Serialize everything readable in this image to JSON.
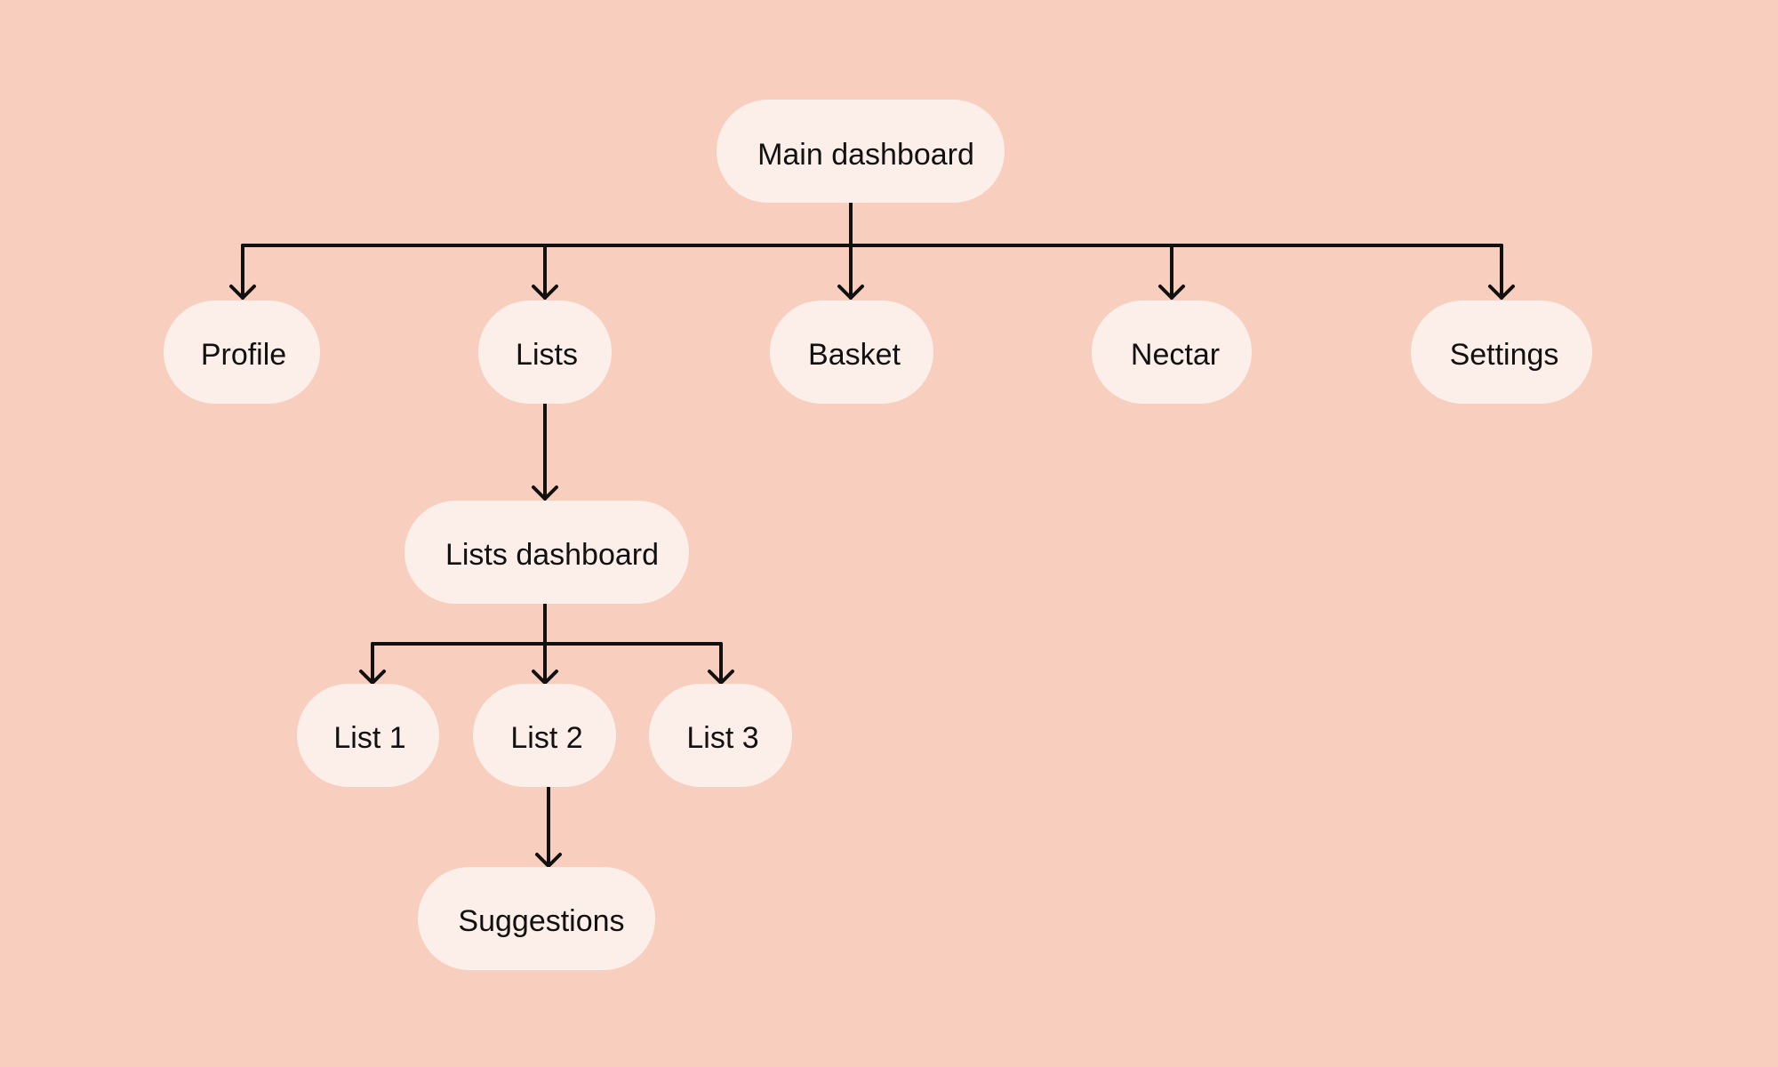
{
  "colors": {
    "background": "#f8cfbe",
    "node_fill": "#fcefe9",
    "line": "#111111",
    "text": "#111111"
  },
  "nodes": {
    "main_dashboard": "Main dashboard",
    "profile": "Profile",
    "lists": "Lists",
    "basket": "Basket",
    "nectar": "Nectar",
    "settings": "Settings",
    "lists_dashboard": "Lists dashboard",
    "list_1": "List 1",
    "list_2": "List 2",
    "list_3": "List 3",
    "suggestions": "Suggestions"
  },
  "edges": [
    {
      "from": "main_dashboard",
      "to": "profile"
    },
    {
      "from": "main_dashboard",
      "to": "lists"
    },
    {
      "from": "main_dashboard",
      "to": "basket"
    },
    {
      "from": "main_dashboard",
      "to": "nectar"
    },
    {
      "from": "main_dashboard",
      "to": "settings"
    },
    {
      "from": "lists",
      "to": "lists_dashboard"
    },
    {
      "from": "lists_dashboard",
      "to": "list_1"
    },
    {
      "from": "lists_dashboard",
      "to": "list_2"
    },
    {
      "from": "lists_dashboard",
      "to": "list_3"
    },
    {
      "from": "list_2",
      "to": "suggestions"
    }
  ]
}
